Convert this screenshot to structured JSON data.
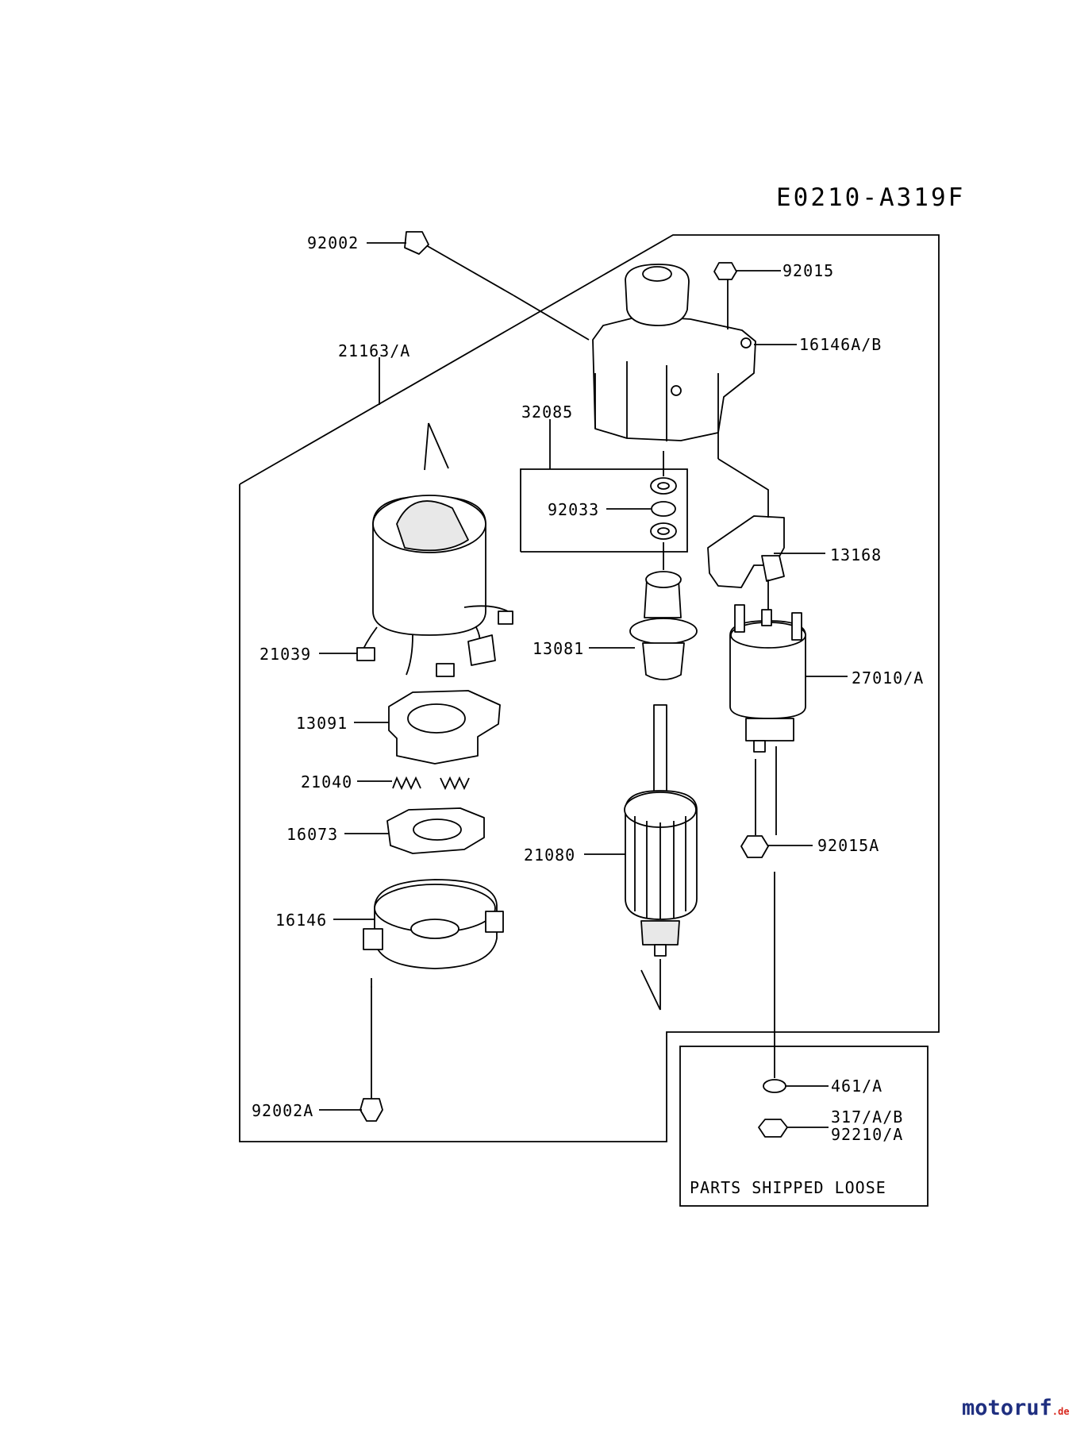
{
  "diagram": {
    "code": "E0210-A319F",
    "parts_shipped_loose_label": "PARTS SHIPPED LOOSE",
    "watermark": {
      "brand": "motoruf",
      "tld": ".de"
    },
    "labels": {
      "p92002": "92002",
      "p92015": "92015",
      "p16146AB": "16146A/B",
      "p21163A": "21163/A",
      "p32085": "32085",
      "p92033": "92033",
      "p13168": "13168",
      "p21039": "21039",
      "p13081": "13081",
      "p27010A": "27010/A",
      "p13091": "13091",
      "p21040": "21040",
      "p16073": "16073",
      "p21080": "21080",
      "p92015A": "92015A",
      "p16146": "16146",
      "p461A": "461/A",
      "p317AB": "317/A/B",
      "p92210A": "92210/A",
      "p92002A": "92002A"
    },
    "colors": {
      "ink": "#000000",
      "watermark_brand": "#1f2f80",
      "watermark_accent": "#d8281e"
    }
  }
}
